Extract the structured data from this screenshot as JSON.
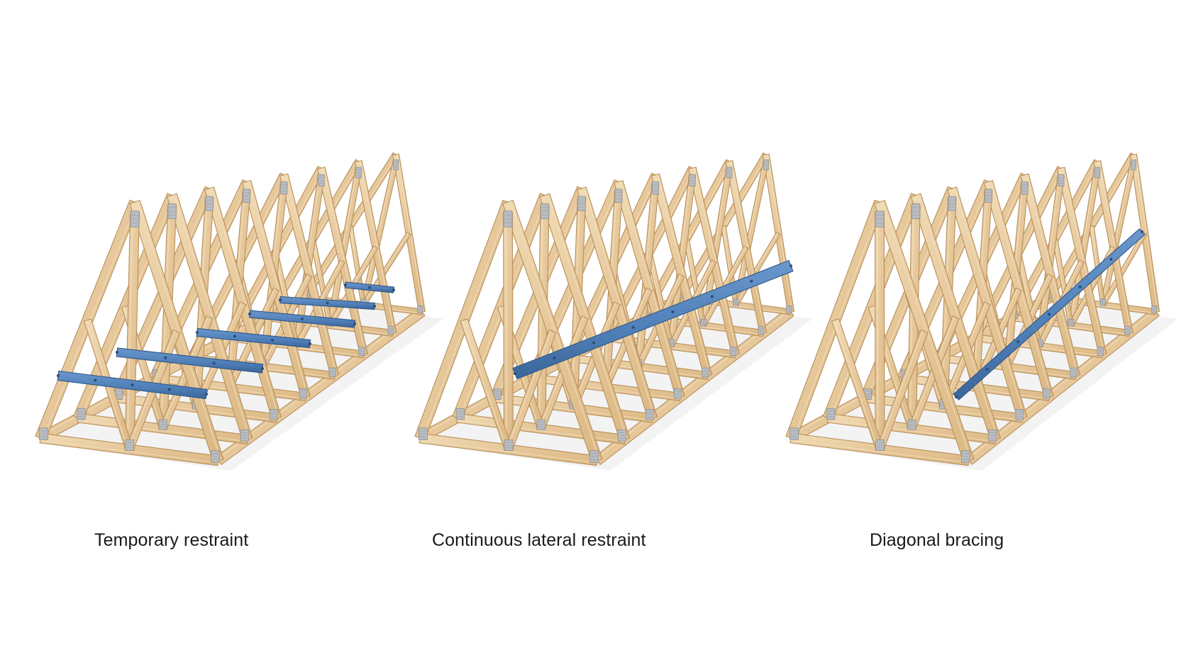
{
  "captions": {
    "temporary": "Temporary restraint",
    "continuous": "Continuous lateral restraint",
    "diagonal": "Diagonal bracing"
  },
  "colors": {
    "timber": "#e6c79a",
    "timber_edge": "#b88f5a",
    "timber_light": "#f3dfbd",
    "brace": "#4f7fb8",
    "brace_edge": "#2f5685",
    "plate": "#b9bcc0",
    "shadow": "#eeeeee"
  },
  "panels": [
    {
      "name": "temporary-restraint",
      "brace_type": "short-strips"
    },
    {
      "name": "continuous-lateral-restraint",
      "brace_type": "continuous"
    },
    {
      "name": "diagonal-bracing",
      "brace_type": "diagonal"
    }
  ]
}
